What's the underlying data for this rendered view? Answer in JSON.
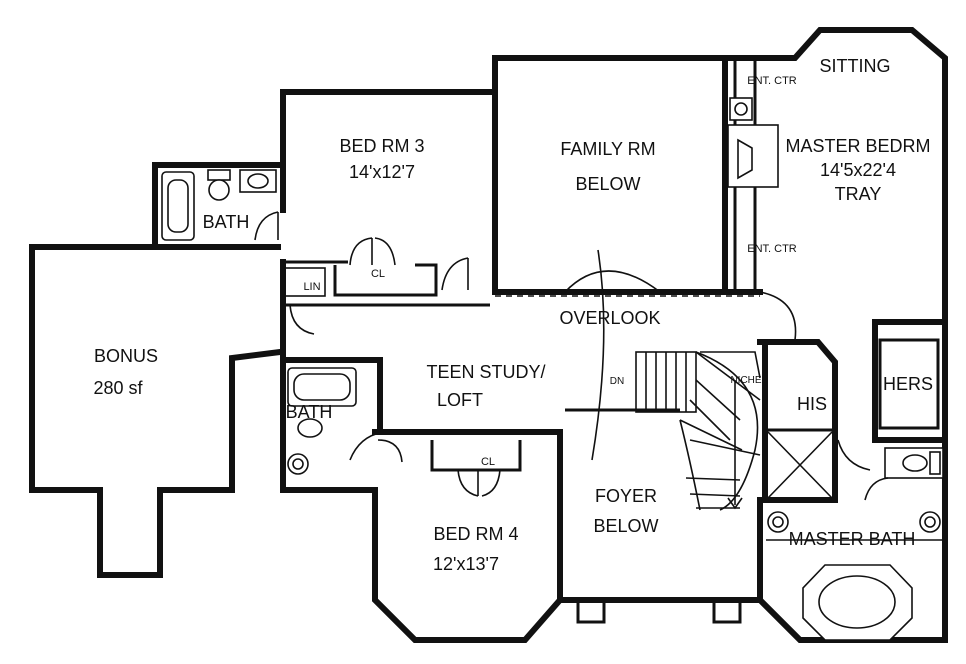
{
  "rooms": {
    "sitting": "SITTING",
    "ent_ctr_top": "ENT. CTR",
    "ent_ctr_bottom": "ENT. CTR",
    "master_bedrm": {
      "name": "MASTER BEDRM",
      "size": "14'5x22'4",
      "note": "TRAY"
    },
    "family_rm": {
      "name": "FAMILY RM",
      "note": "BELOW"
    },
    "bed_rm_3": {
      "name": "BED RM 3",
      "size": "14'x12'7"
    },
    "bath_top": "BATH",
    "lin": "LIN",
    "cl_top": "CL",
    "overlook": "OVERLOOK",
    "bonus": {
      "name": "BONUS",
      "size": "280 sf"
    },
    "teen_study": {
      "line1": "TEEN STUDY/",
      "line2": "LOFT"
    },
    "dn": "DN",
    "niche": "NICHE",
    "his": "HIS",
    "hers": "HERS",
    "bath_mid": "BATH",
    "cl_bottom": "CL",
    "foyer": {
      "name": "FOYER",
      "note": "BELOW"
    },
    "bed_rm_4": {
      "name": "BED RM 4",
      "size": "12'x13'7"
    },
    "master_bath": "MASTER BATH"
  }
}
